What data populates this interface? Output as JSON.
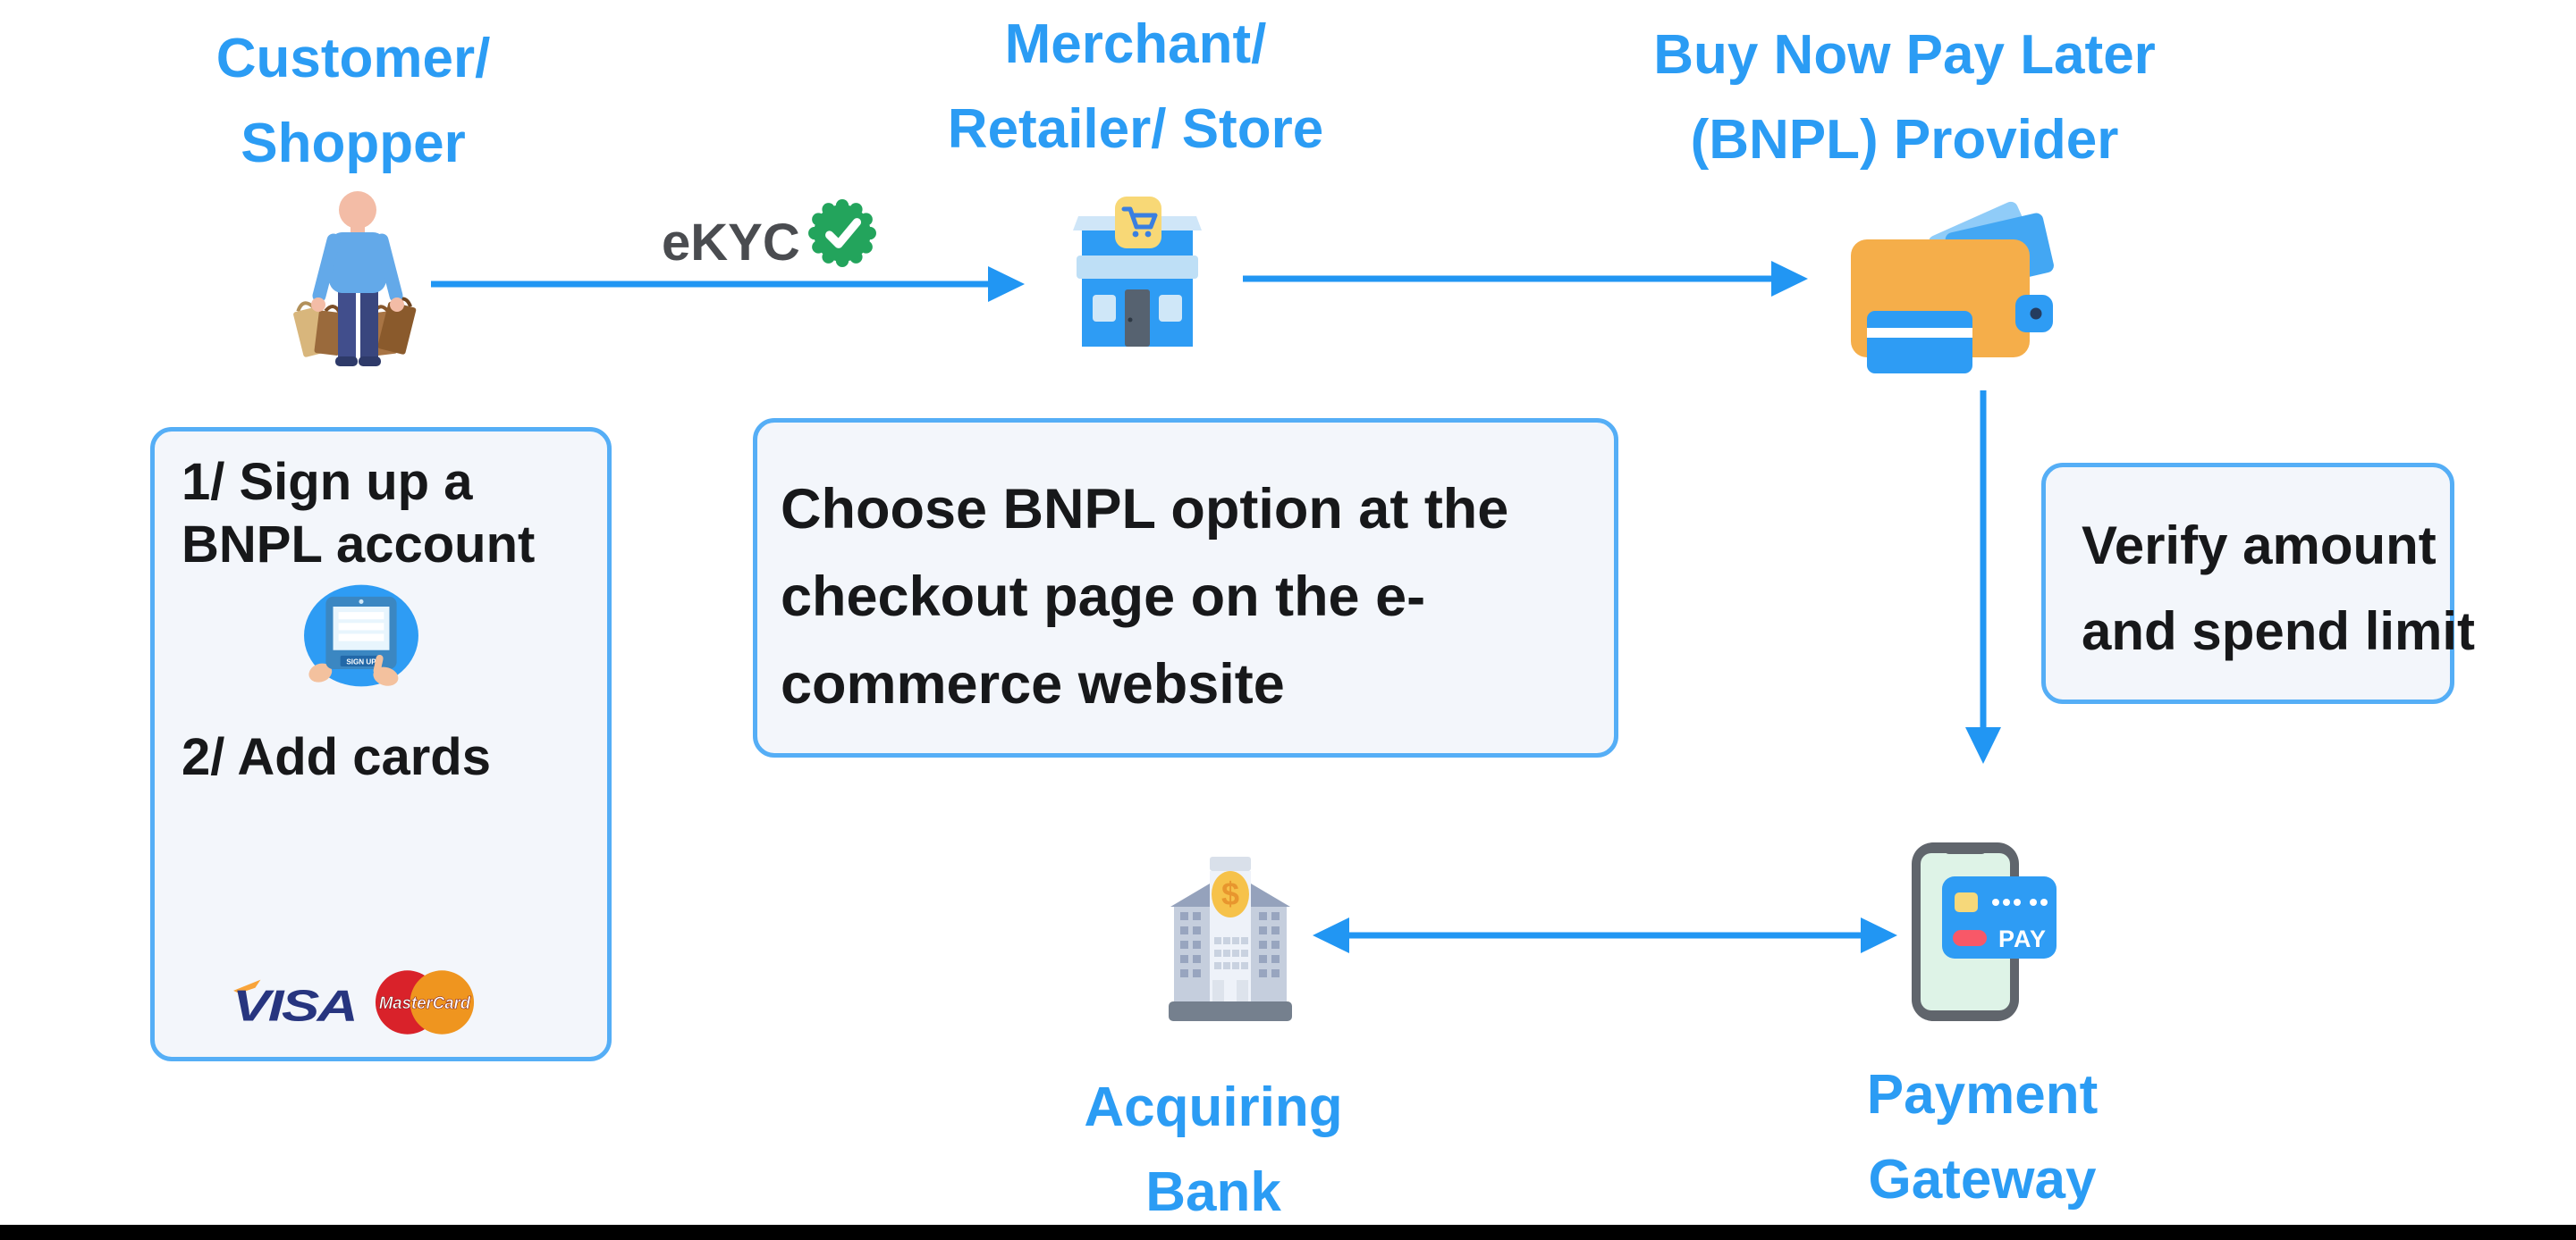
{
  "colors": {
    "accent_blue": "#2b9cf4",
    "arrow_blue": "#2196f3",
    "box_bg": "#f3f6fb",
    "box_border": "#55aef6",
    "text_dark": "#17181a",
    "ekyc_text": "#4a4c50",
    "badge_green": "#23a45c",
    "wallet_orange": "#f5ae4a",
    "visa_navy": "#27357f",
    "mastercard_red": "#d9222a",
    "mastercard_orange": "#ef951f"
  },
  "nodes": {
    "customer": {
      "line1": "Customer/",
      "line2": "Shopper"
    },
    "merchant": {
      "line1": "Merchant/",
      "line2": "Retailer/ Store"
    },
    "bnpl": {
      "line1": "Buy Now Pay Later",
      "line2": "(BNPL) Provider"
    },
    "bank": {
      "line1": "Acquiring",
      "line2": "Bank"
    },
    "gateway": {
      "line1": "Payment",
      "line2": "Gateway"
    }
  },
  "ekyc": {
    "label": "eKYC"
  },
  "boxes": {
    "signup": {
      "step1_line1": "1/ Sign up a",
      "step1_line2": "BNPL account",
      "step2": "2/ Add cards",
      "signup_button": "SIGN UP",
      "visa": "VISA",
      "mastercard": "MasterCard"
    },
    "checkout": {
      "line1": "Choose BNPL option at the",
      "line2": "checkout page on the e-",
      "line3": "commerce website"
    },
    "verify": {
      "line1": "Verify amount",
      "line2": "and spend limit"
    }
  },
  "gateway_card": {
    "pay_label": "PAY"
  },
  "bank_coin_symbol": "$",
  "icons": {
    "customer": "customer-shopper-icon",
    "merchant": "storefront-icon",
    "bnpl": "wallet-cards-icon",
    "ekyc_badge": "verified-badge-icon",
    "signup_tablet": "tablet-signup-icon",
    "visa": "visa-logo",
    "mastercard": "mastercard-logo",
    "bank": "bank-building-icon",
    "gateway": "phone-pay-icon"
  },
  "arrows": [
    {
      "from": "customer",
      "to": "merchant",
      "label": "eKYC",
      "direction": "right"
    },
    {
      "from": "merchant",
      "to": "bnpl",
      "direction": "right"
    },
    {
      "from": "bnpl",
      "to": "gateway",
      "direction": "down"
    },
    {
      "from": "bank",
      "to": "gateway",
      "direction": "both"
    }
  ]
}
